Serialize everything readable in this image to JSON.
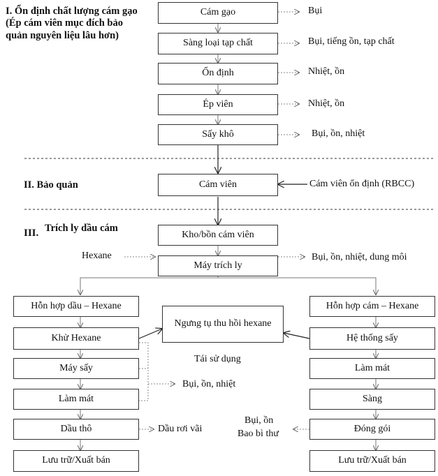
{
  "sections": {
    "s1_title": "I. Ổn định chất lượng cám gạo (Ép cám viên mục đích bảo quản nguyên liệu lâu hơn)",
    "s2_title": "II. Bảo quản",
    "s3_prefix": "III.",
    "s3_title": "Trích ly dầu cám"
  },
  "stage1": {
    "steps": [
      "Cám gạo",
      "Sàng loại tạp chất",
      "Ổn định",
      "Ép viên",
      "Sấy khô"
    ],
    "outputs": [
      "Bụi",
      "Bụi, tiếng ồn, tạp chất",
      "Nhiệt, ồn",
      "Nhiệt, ồn",
      "Bụi, ồn, nhiệt"
    ]
  },
  "stage2": {
    "step": "Cám viên",
    "input": "Cám viên ổn định (RBCC)"
  },
  "stage3": {
    "storage": "Kho/bồn cám viên",
    "extractor": "Máy trích ly",
    "hexane": "Hexane",
    "extractor_output": "Bụi, ồn, nhiệt, dung môi",
    "left": [
      "Hỗn hợp dầu – Hexane",
      "Khử Hexane",
      "Máy  sấy",
      "Làm mát",
      "Dầu thô",
      "Lưu trữ/Xuất bán"
    ],
    "left_output": "Bụi, ồn, nhiệt",
    "oil_output": "Dầu rơi vãi",
    "center": "Ngưng tụ thu hồi hexane",
    "reuse": "Tái sử dụng",
    "right": [
      "Hỗn hợp cám – Hexane",
      "Hệ thống sấy",
      "Làm mát",
      "Sàng",
      "Đóng gói",
      "Lưu trữ/Xuất bán"
    ],
    "packing_out1": "Bụi, ồn",
    "packing_out2": "Bao bì thư"
  }
}
